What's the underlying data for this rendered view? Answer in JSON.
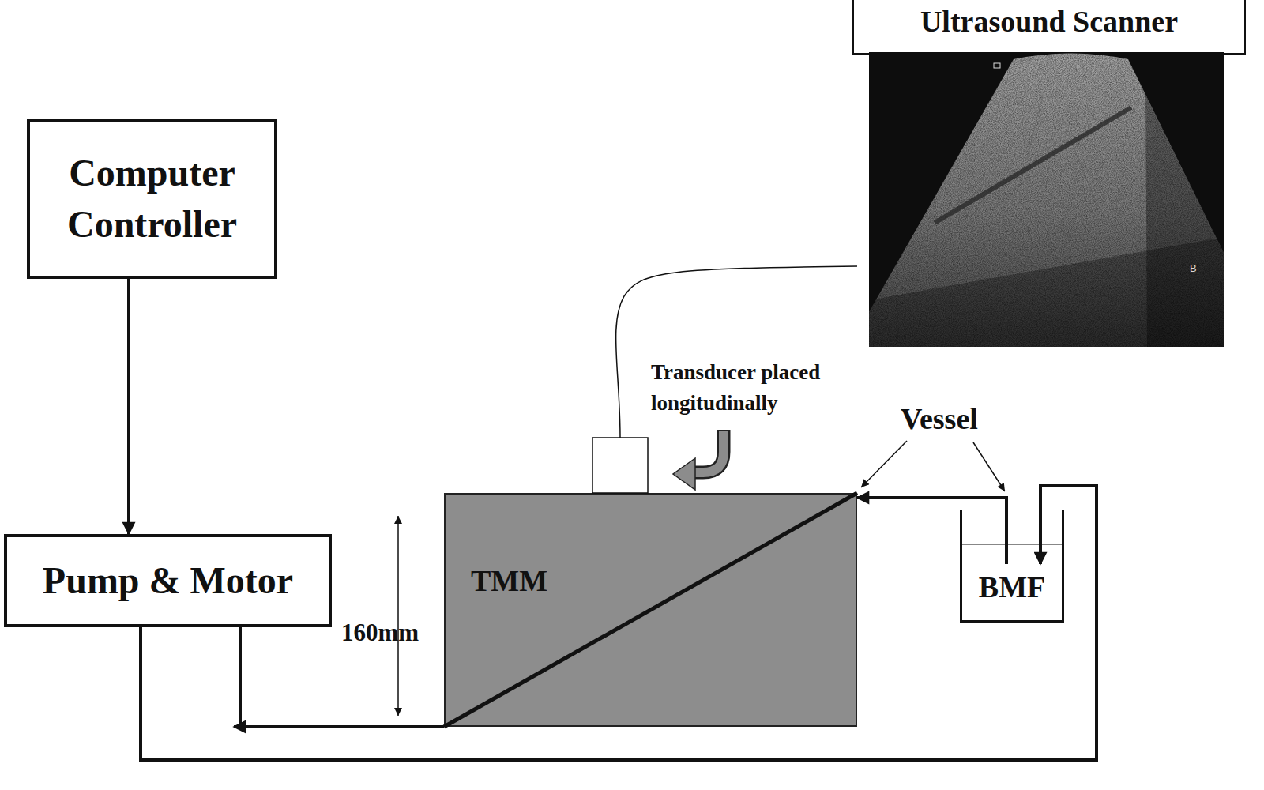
{
  "diagram": {
    "nodes": [
      {
        "text": [
          "Ultrasound Scanner"
        ]
      },
      {
        "text": [
          "Computer Controller"
        ]
      },
      {
        "text": [
          "Pump & Motor"
        ]
      },
      {
        "text": [
          "TMM"
        ]
      },
      {
        "text": [
          "BMF"
        ]
      }
    ],
    "edges": [
      {
        "from": 1,
        "to": 2,
        "arrow": "to"
      },
      {
        "from": 2,
        "to": 4,
        "arrow": "to"
      },
      {
        "from": 4,
        "to": 3,
        "arrow": "to"
      },
      {
        "from": 3,
        "to": 2,
        "arrow": "to"
      }
    ],
    "labels": [
      "Transducer placed longitudinally",
      "Vessel",
      "160mm",
      "B"
    ]
  }
}
